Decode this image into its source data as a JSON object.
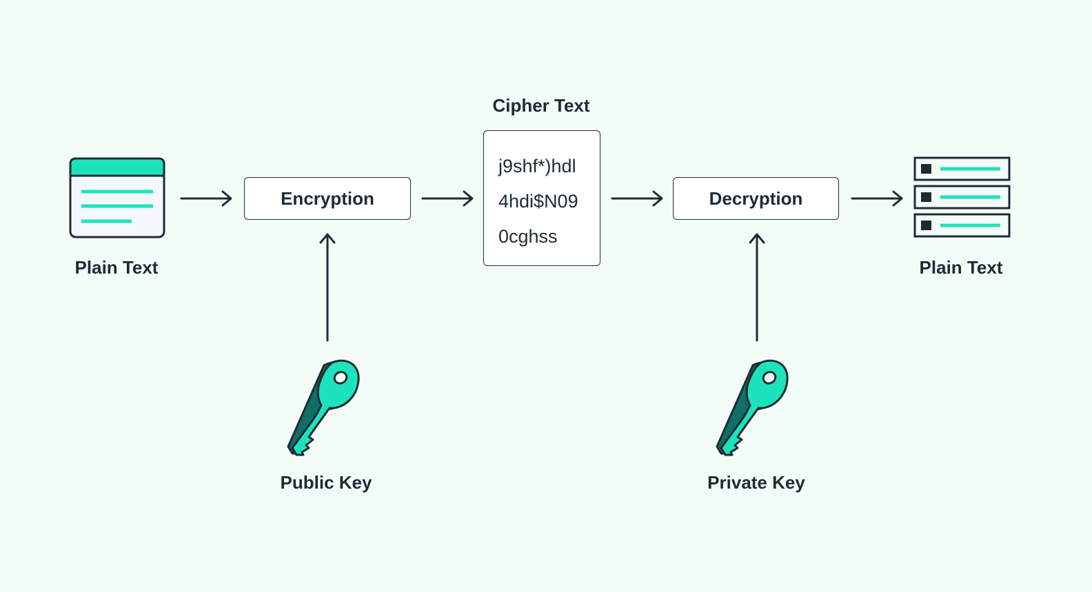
{
  "diagram": {
    "plain_text_input_label": "Plain Text",
    "encryption_label": "Encryption",
    "cipher_text_title": "Cipher Text",
    "cipher_text_lines": [
      "j9shf*)hdl",
      "4hdi$N09",
      "0cghss"
    ],
    "decryption_label": "Decryption",
    "plain_text_output_label": "Plain Text",
    "public_key_label": "Public Key",
    "private_key_label": "Private Key"
  },
  "icons": {
    "input_document": "document-icon",
    "output_list": "list-icon",
    "public_key": "key-icon",
    "private_key": "key-icon"
  },
  "colors": {
    "background": "#f4fcf8",
    "accent": "#1de3bc",
    "accent_dark": "#0f6e68",
    "outline": "#1e2b33",
    "box_fill": "#ffffff"
  }
}
